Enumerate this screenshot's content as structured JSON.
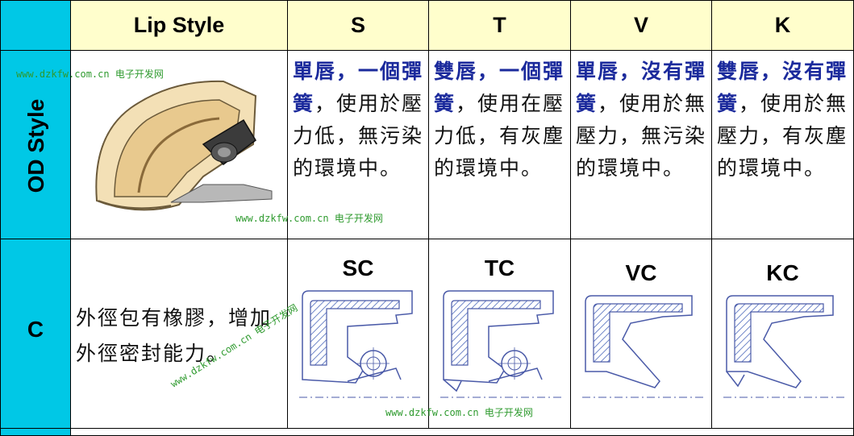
{
  "header": {
    "corner": "",
    "lip_style": "Lip Style",
    "col_s": "S",
    "col_t": "T",
    "col_v": "V",
    "col_k": "K"
  },
  "rows": {
    "od": {
      "label": "OD Style",
      "s": {
        "hl": "單唇，一個彈簧",
        "rest": "，使用於壓力低，無污染的環境中。"
      },
      "t": {
        "hl": "雙唇，一個彈簧",
        "rest": "，使用在壓力低，有灰塵的環境中。"
      },
      "v": {
        "hl": "單唇，沒有彈簧",
        "rest": "，使用於無壓力，無污染的環境中。"
      },
      "k": {
        "hl": "雙唇，沒有彈簧",
        "rest": "，使用於無壓力，有灰塵的環境中。"
      }
    },
    "c": {
      "label": "C",
      "desc": "外徑包有橡膠，增加外徑密封能力。",
      "sc": "SC",
      "tc": "TC",
      "vc": "VC",
      "kc": "KC"
    }
  },
  "watermark": "www.dzkfw.com.cn 电子开发网",
  "colors": {
    "cyan": "#00c8e6",
    "yellow": "#fffecc",
    "highlight": "#1b2a9c",
    "watermark": "#2e9a2e"
  }
}
